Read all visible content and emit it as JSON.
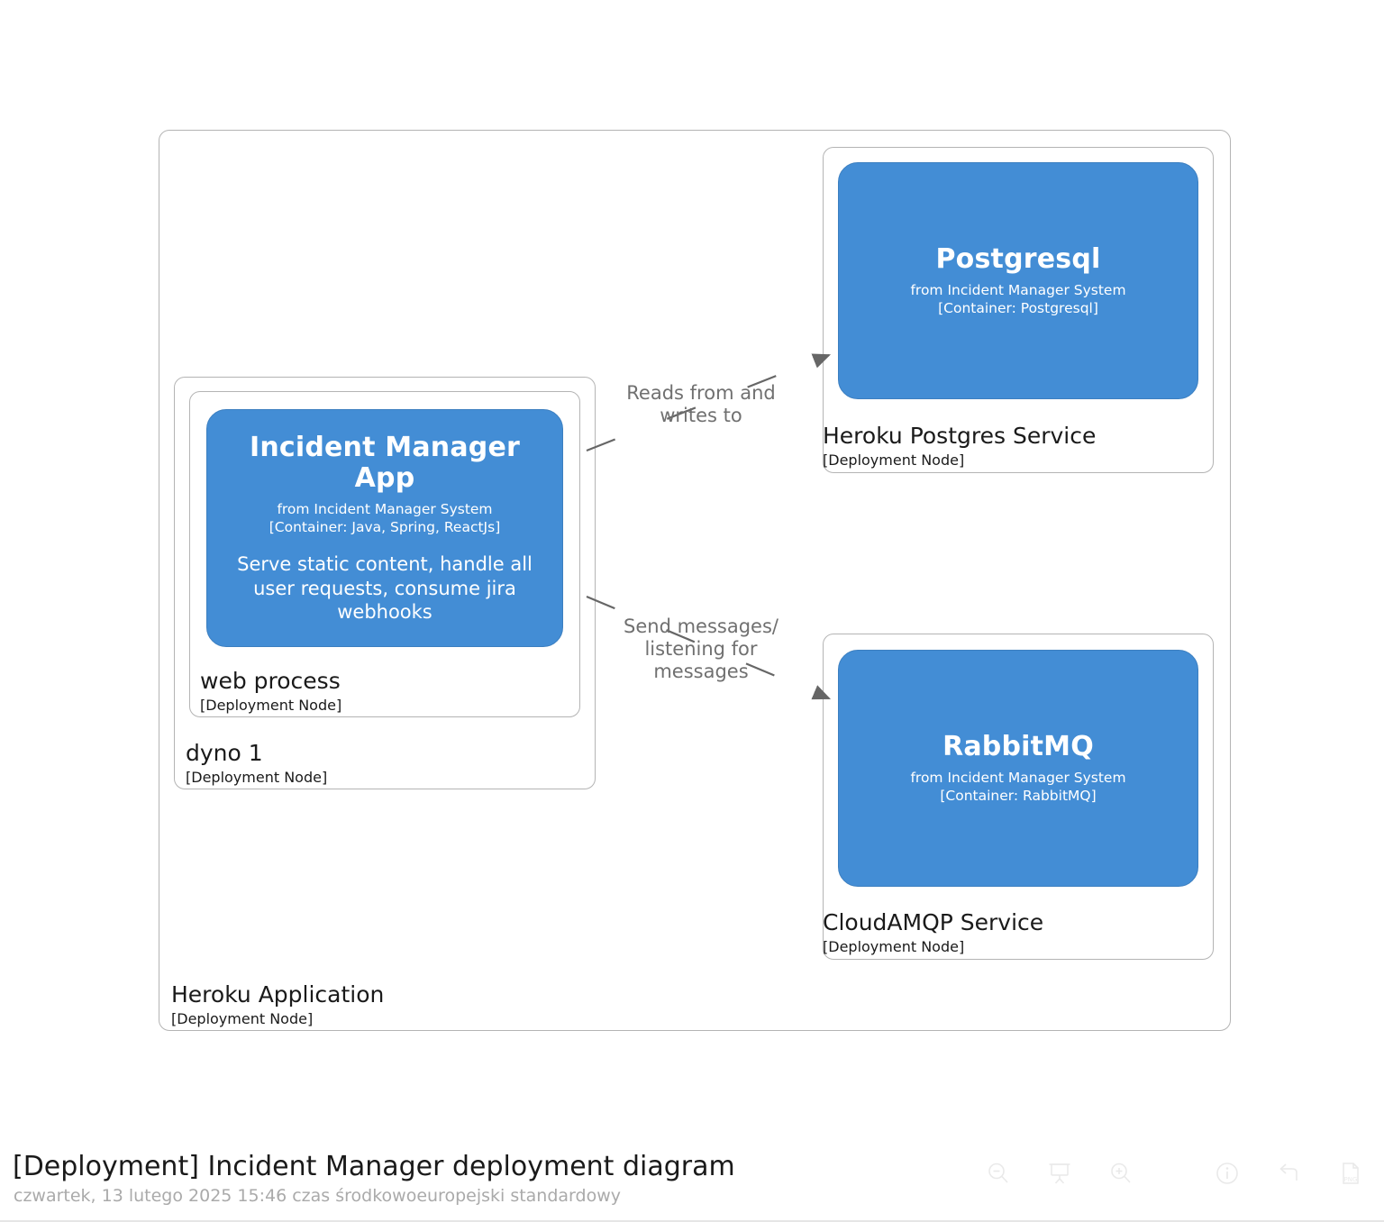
{
  "diagram": {
    "type": "deployment",
    "accent_color": "#438dd5",
    "node_border_color": "#b4b4b4",
    "edge_color": "#707070",
    "nodes": [
      {
        "id": "heroku-application",
        "name": "Heroku Application",
        "type_label": "[Deployment Node]"
      },
      {
        "id": "dyno-1",
        "name": "dyno 1",
        "type_label": "[Deployment Node]"
      },
      {
        "id": "web-process",
        "name": "web process",
        "type_label": "[Deployment Node]"
      },
      {
        "id": "heroku-postgres-service",
        "name": "Heroku Postgres Service",
        "type_label": "[Deployment Node]"
      },
      {
        "id": "cloudamqp-service",
        "name": "CloudAMQP Service",
        "type_label": "[Deployment Node]"
      }
    ],
    "containers": [
      {
        "id": "incident-manager-app",
        "name": "Incident Manager App",
        "from": "from Incident Manager System",
        "technology": "[Container: Java, Spring, ReactJs]",
        "description": "Serve static content, handle all user requests, consume jira webhooks"
      },
      {
        "id": "postgresql",
        "name": "Postgresql",
        "from": "from Incident Manager System",
        "technology": "[Container: Postgresql]",
        "description": ""
      },
      {
        "id": "rabbitmq",
        "name": "RabbitMQ",
        "from": "from Incident Manager System",
        "technology": "[Container: RabbitMQ]",
        "description": ""
      }
    ],
    "edges": [
      {
        "id": "app-to-postgresql",
        "source": "incident-manager-app",
        "target": "postgresql",
        "label": "Reads from and\nwrites to"
      },
      {
        "id": "app-to-rabbitmq",
        "source": "incident-manager-app",
        "target": "rabbitmq",
        "label": "Send messages/\nlistening for\nmessages"
      }
    ]
  },
  "footer": {
    "title": "[Deployment] Incident Manager deployment diagram",
    "subtitle": "czwartek, 13 lutego 2025 15:46 czas środkowoeuropejski standardowy",
    "toolbar": [
      {
        "id": "zoom-out",
        "icon": "zoom-out-icon",
        "label": "Zoom out"
      },
      {
        "id": "fit-to-screen",
        "icon": "presentation-icon",
        "label": "Fit to screen"
      },
      {
        "id": "zoom-in",
        "icon": "zoom-in-icon",
        "label": "Zoom in"
      },
      {
        "id": "info",
        "icon": "info-icon",
        "label": "Info"
      },
      {
        "id": "back",
        "icon": "undo-arrow-icon",
        "label": "Back"
      },
      {
        "id": "export-png",
        "icon": "png-file-icon",
        "label": "PNG"
      }
    ]
  }
}
